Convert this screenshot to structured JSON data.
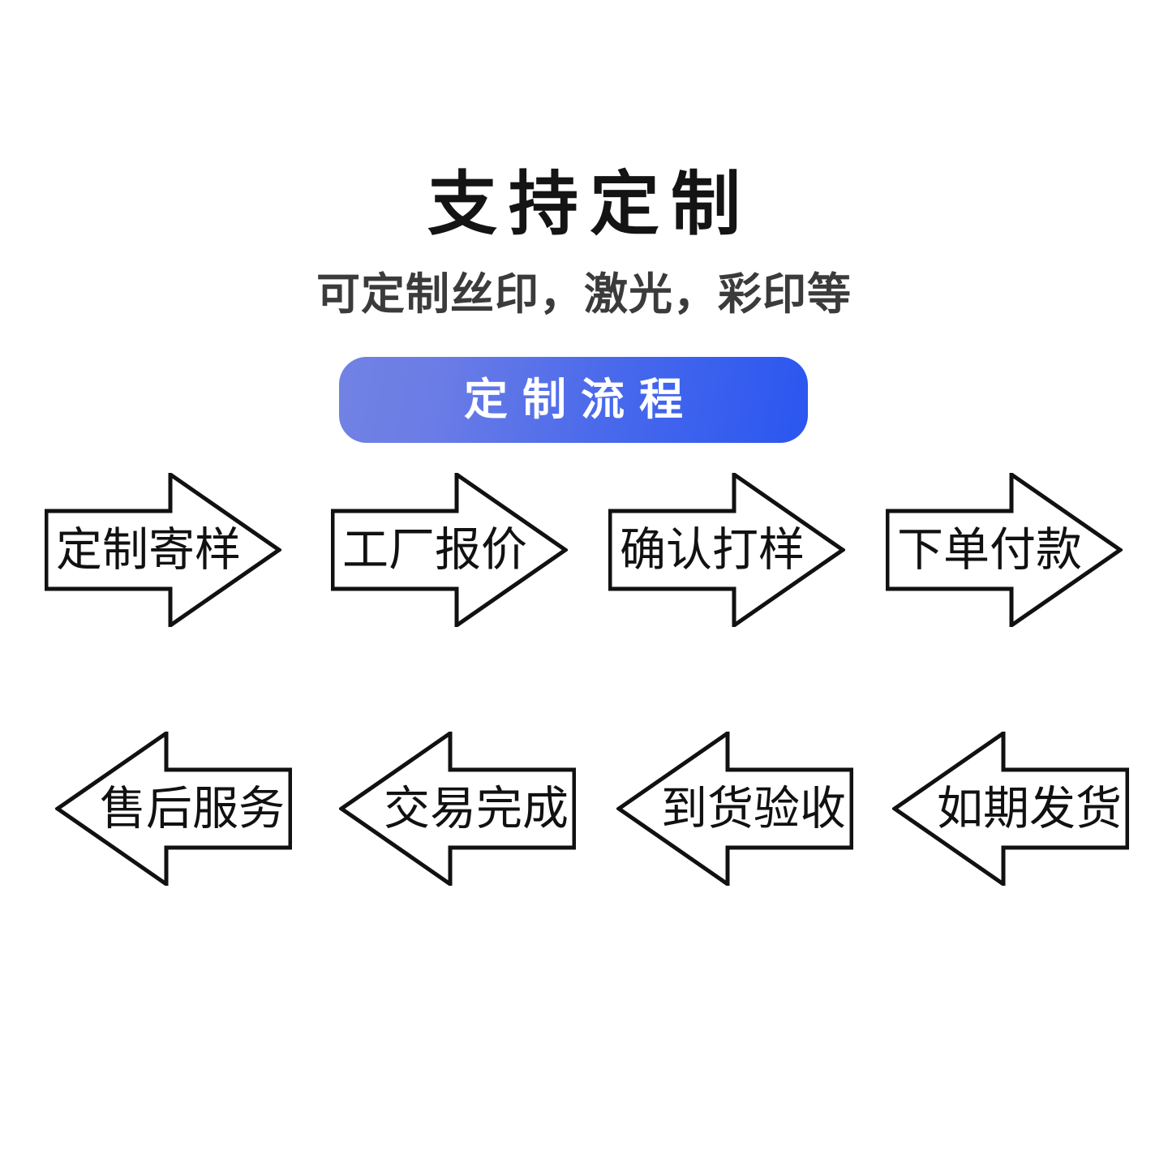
{
  "header": {
    "title": "支持定制",
    "subtitle": "可定制丝印，激光，彩印等"
  },
  "section_badge": {
    "label": "定制流程",
    "gradient_from": "#7282E3",
    "gradient_to": "#2A56F0",
    "text_color": "#FFFFFF"
  },
  "flow": {
    "stroke_color": "#111111",
    "fill_color": "#FFFFFF",
    "rows": [
      {
        "direction": "right",
        "steps": [
          {
            "label": "定制寄样"
          },
          {
            "label": "工厂报价"
          },
          {
            "label": "确认打样"
          },
          {
            "label": "下单付款"
          }
        ]
      },
      {
        "direction": "left",
        "steps": [
          {
            "label": "售后服务"
          },
          {
            "label": "交易完成"
          },
          {
            "label": "到货验收"
          },
          {
            "label": "如期发货"
          }
        ]
      }
    ]
  }
}
